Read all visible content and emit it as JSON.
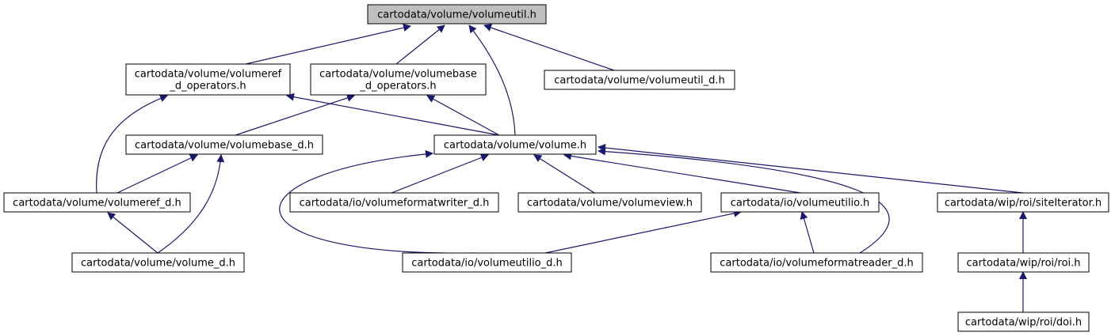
{
  "colors": {
    "edge": "#191970",
    "root_fill": "#bfbfbf",
    "node_fill": "#ffffff",
    "border": "#000000"
  },
  "nodes": [
    {
      "id": "volumeutil",
      "lines": [
        "cartodata/volume/volumeutil.h"
      ],
      "root": true
    },
    {
      "id": "volumeref_d_operators",
      "lines": [
        "cartodata/volume/volumeref",
        "_d_operators.h"
      ]
    },
    {
      "id": "volumebase_d_operators",
      "lines": [
        "cartodata/volume/volumebase",
        "_d_operators.h"
      ]
    },
    {
      "id": "volumeutil_d",
      "lines": [
        "cartodata/volume/volumeutil_d.h"
      ]
    },
    {
      "id": "volumebase_d",
      "lines": [
        "cartodata/volume/volumebase_d.h"
      ]
    },
    {
      "id": "volume",
      "lines": [
        "cartodata/volume/volume.h"
      ]
    },
    {
      "id": "volumeref_d",
      "lines": [
        "cartodata/volume/volumeref_d.h"
      ]
    },
    {
      "id": "volumeformatwriter_d",
      "lines": [
        "cartodata/io/volumeformatwriter_d.h"
      ]
    },
    {
      "id": "volumeview",
      "lines": [
        "cartodata/volume/volumeview.h"
      ]
    },
    {
      "id": "volumeutilio",
      "lines": [
        "cartodata/io/volumeutilio.h"
      ]
    },
    {
      "id": "siteIterator",
      "lines": [
        "cartodata/wip/roi/siteIterator.h"
      ]
    },
    {
      "id": "volume_d",
      "lines": [
        "cartodata/volume/volume_d.h"
      ]
    },
    {
      "id": "volumeutilio_d",
      "lines": [
        "cartodata/io/volumeutilio_d.h"
      ]
    },
    {
      "id": "volumeformatreader_d",
      "lines": [
        "cartodata/io/volumeformatreader_d.h"
      ]
    },
    {
      "id": "roi",
      "lines": [
        "cartodata/wip/roi/roi.h"
      ]
    },
    {
      "id": "doi",
      "lines": [
        "cartodata/wip/roi/doi.h"
      ]
    }
  ],
  "edges": [
    {
      "from": "volumeref_d_operators",
      "to": "volumeutil"
    },
    {
      "from": "volumebase_d_operators",
      "to": "volumeutil"
    },
    {
      "from": "volume",
      "to": "volumeutil"
    },
    {
      "from": "volumeutil_d",
      "to": "volumeutil"
    },
    {
      "from": "volumeref_d",
      "to": "volumeref_d_operators"
    },
    {
      "from": "volume",
      "to": "volumeref_d_operators"
    },
    {
      "from": "volumebase_d",
      "to": "volumebase_d_operators"
    },
    {
      "from": "volume",
      "to": "volumebase_d_operators"
    },
    {
      "from": "volumeref_d",
      "to": "volumebase_d"
    },
    {
      "from": "volume_d",
      "to": "volumebase_d"
    },
    {
      "from": "volume_d",
      "to": "volumeref_d"
    },
    {
      "from": "volumeformatwriter_d",
      "to": "volume"
    },
    {
      "from": "volumeview",
      "to": "volume"
    },
    {
      "from": "volumeutilio",
      "to": "volume"
    },
    {
      "from": "siteIterator",
      "to": "volume"
    },
    {
      "from": "volumeutilio_d",
      "to": "volume"
    },
    {
      "from": "volumeformatreader_d",
      "to": "volume"
    },
    {
      "from": "volumeutilio_d",
      "to": "volumeutilio"
    },
    {
      "from": "volumeformatreader_d",
      "to": "volumeutilio"
    },
    {
      "from": "roi",
      "to": "siteIterator"
    },
    {
      "from": "doi",
      "to": "roi"
    }
  ]
}
